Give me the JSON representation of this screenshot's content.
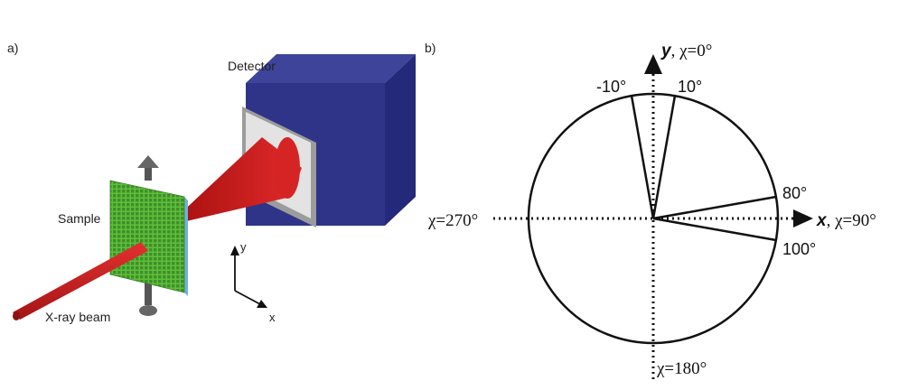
{
  "panel_a": {
    "label": "a)",
    "detector_label": "Detector",
    "sample_label": "Sample",
    "beam_label": "X-ray beam",
    "axis_y": "y",
    "axis_x": "x",
    "colors": {
      "beam": "#cf1f1f",
      "detector_body": "#3a3f9a",
      "sample_grid": "#5fbf3a",
      "window_frame": "#d9d9d9"
    }
  },
  "panel_b": {
    "label": "b)",
    "axis_y_bold": "y",
    "axis_y_chi": ", χ=0°",
    "axis_x_bold": "x",
    "axis_x_chi": ", χ=90°",
    "left_chi": "χ=270°",
    "bottom_chi": "χ=180°",
    "angle_labels": {
      "minus10": "-10°",
      "plus10": "10°",
      "plus80": "80°",
      "plus100": "100°"
    },
    "sectors": [
      {
        "from_deg": -10,
        "to_deg": 10
      },
      {
        "from_deg": 80,
        "to_deg": 100
      }
    ]
  }
}
